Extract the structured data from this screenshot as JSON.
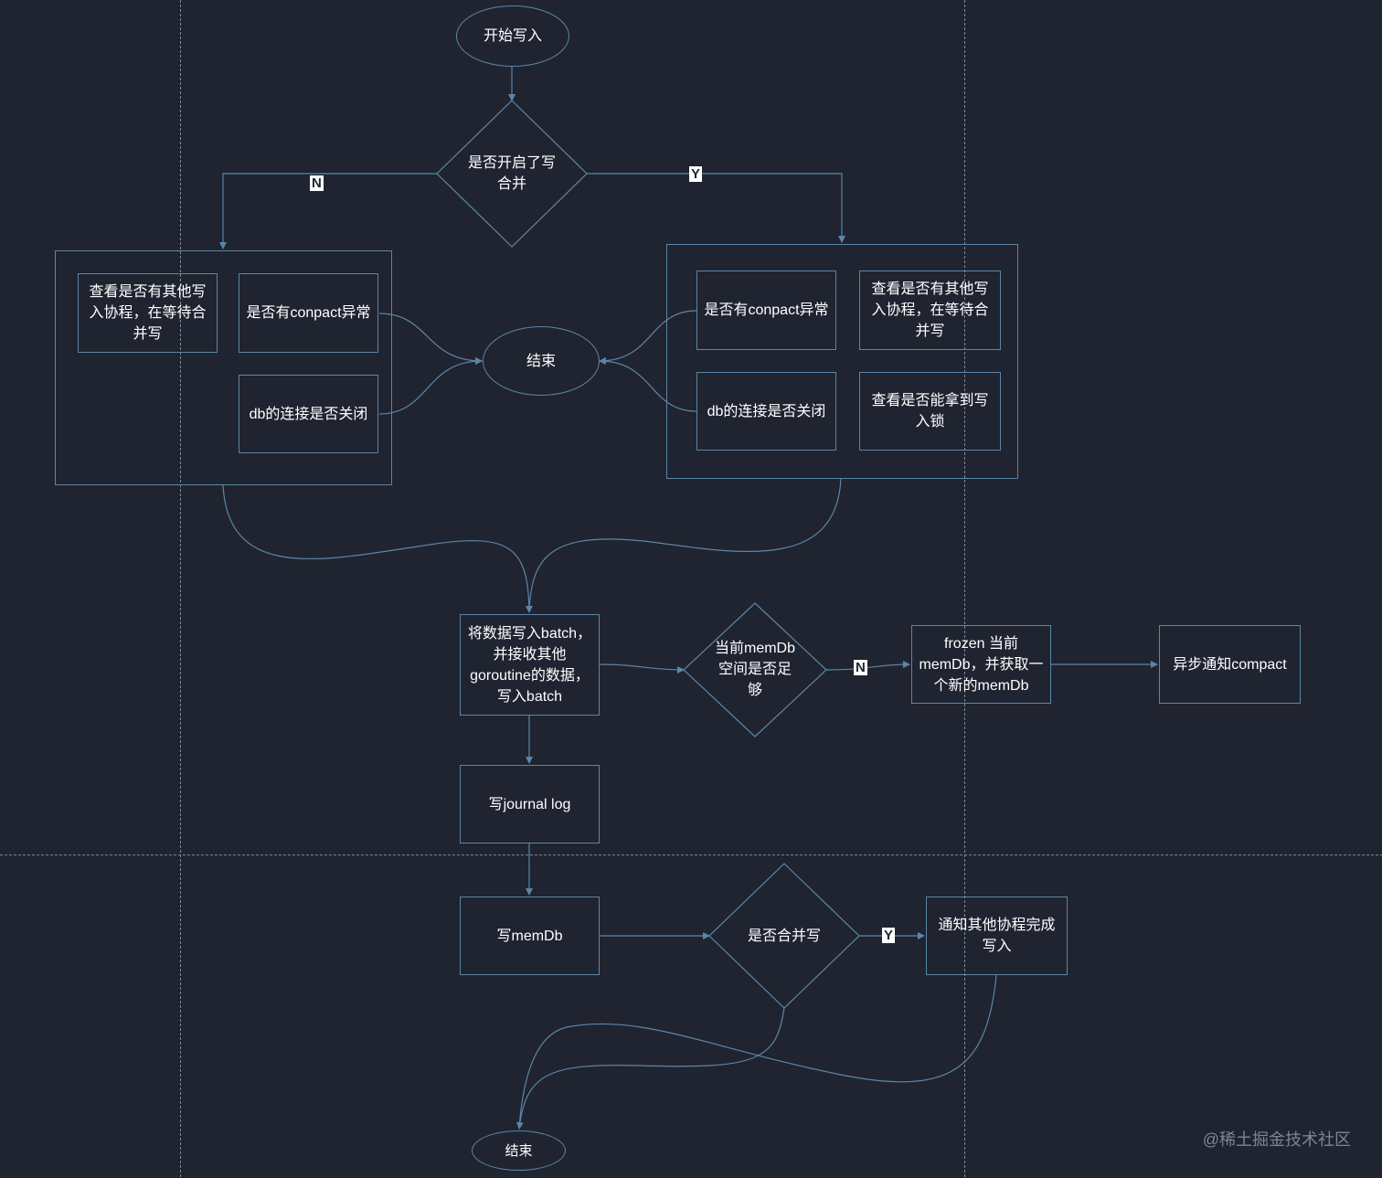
{
  "nodes": {
    "start": "开始写入",
    "merge_decision": "是否开启了写\n合并",
    "left_wait": "查看是否有其他写\n入协程，在等待合\n并写",
    "left_compact": "是否有conpact异常",
    "left_db_closed": "db的连接是否关闭",
    "end_middle": "结束",
    "right_compact": "是否有conpact异常",
    "right_wait": "查看是否有其他写\n入协程，在等待合\n并写",
    "right_db_closed": "db的连接是否关闭",
    "right_lock": "查看是否能拿到写\n入锁",
    "write_batch": "将数据写入batch，\n并接收其他\ngoroutine的数据，\n写入batch",
    "memdb_space": "当前memDb\n空间是否足\n够",
    "frozen_memdb": "frozen 当前\nmemDb，并获取一\n个新的memDb",
    "async_compact": "异步通知compact",
    "write_journal": "写journal log",
    "write_memdb": "写memDb",
    "is_merge_write": "是否合并写",
    "notify_others": "通知其他协程完成\n写入",
    "end_bottom": "结束"
  },
  "edge_labels": {
    "merge_no": "N",
    "merge_yes": "Y",
    "space_no": "N",
    "merge_write_yes": "Y"
  },
  "watermark": "@稀土掘金技术社区",
  "colors": {
    "background": "#1f2430",
    "stroke": "#5b86a8",
    "text": "#ffffff",
    "guide": "#9aa3b2"
  }
}
